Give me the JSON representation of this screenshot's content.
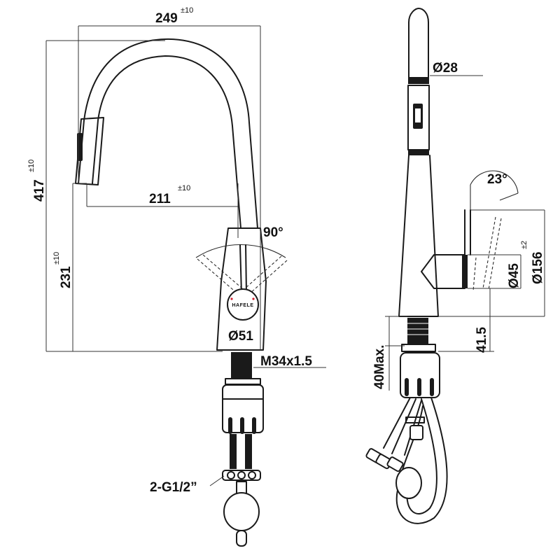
{
  "front_view": {
    "width": {
      "value": "249",
      "tol": "±10"
    },
    "height": {
      "value": "417",
      "tol": "±10"
    },
    "reach": {
      "value": "211",
      "tol": "±10"
    },
    "spout_height": {
      "value": "231",
      "tol": "±10"
    },
    "lever_angle": "90°",
    "body_diameter": "Ø51",
    "thread": "M34x1.5",
    "hose_connection": "2-G1/2”",
    "brand_logo": "HAFELE"
  },
  "side_view": {
    "spray_diameter": "Ø28",
    "lever_tilt": "23°",
    "base_diameter": "Ø45",
    "lever_reach": {
      "value": "Ø156",
      "tol": "±2"
    },
    "base_height": "41.5",
    "max_deck": "40Max."
  }
}
